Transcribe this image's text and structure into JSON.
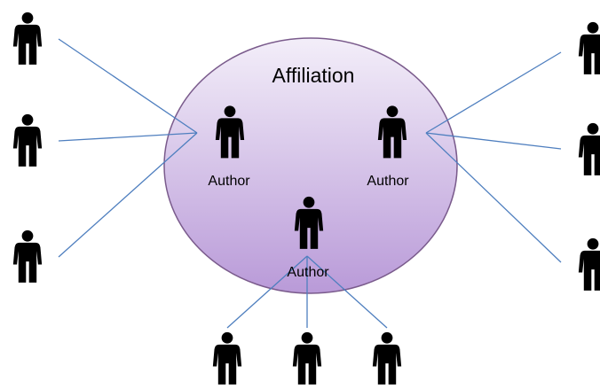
{
  "diagram": {
    "group_label": "Affiliation",
    "author_label": "Author",
    "colors": {
      "circle_fill_top": "#f3eef9",
      "circle_fill_bottom": "#b99ad8",
      "circle_stroke": "#7a5b8c",
      "link_line": "#4f7fbf",
      "person": "#000000"
    },
    "icons": {
      "person": "person-icon"
    },
    "authors": [
      {
        "id": "left",
        "label": "Author",
        "collaborators": 3
      },
      {
        "id": "right",
        "label": "Author",
        "collaborators": 3
      },
      {
        "id": "bottom",
        "label": "Author",
        "collaborators": 3
      }
    ]
  }
}
